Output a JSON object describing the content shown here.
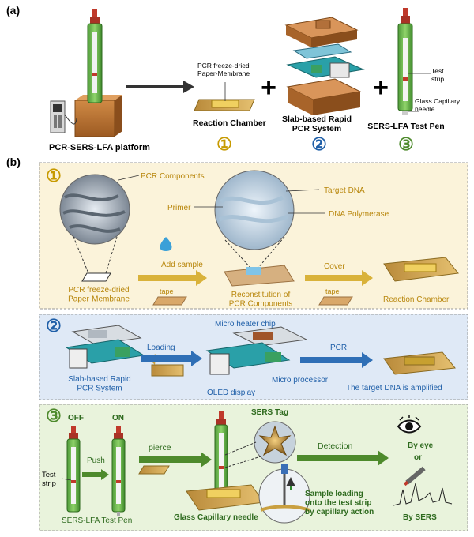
{
  "panel_a": {
    "label": "(a)",
    "platform_caption": "PCR-SERS-LFA platform",
    "paper_membrane_label": "PCR freeze-dried\nPaper-Membrane",
    "reaction_chamber_caption": "Reaction Chamber",
    "slab_caption": "Slab-based Rapid\nPCR System",
    "pen_caption": "SERS-LFA Test Pen",
    "test_strip_label": "Test\nstrip",
    "glass_needle_label": "Glass Capillary\nneedle",
    "step_numbers": [
      "①",
      "②",
      "③"
    ]
  },
  "panel_b": {
    "label": "(b)",
    "row1": {
      "number": "①",
      "pcr_components": "PCR Components",
      "primer": "Primer",
      "target_dna": "Target DNA",
      "dna_polymerase": "DNA Polymerase",
      "add_sample": "Add sample",
      "tape_1": "tape",
      "cover": "Cover",
      "tape_2": "tape",
      "paper_membrane": "PCR freeze-dried\nPaper-Membrane",
      "reconstitution": "Reconstitution of\nPCR Components",
      "reaction_chamber": "Reaction Chamber"
    },
    "row2": {
      "number": "②",
      "micro_heater": "Micro heater chip",
      "loading": "Loading",
      "pcr": "PCR",
      "slab_system": "Slab-based Rapid\nPCR System",
      "oled": "OLED display",
      "micro_processor": "Micro processor",
      "amplified": "The target DNA is amplified"
    },
    "row3": {
      "number": "③",
      "off": "OFF",
      "on": "ON",
      "push": "Push",
      "pierce": "pierce",
      "sers_tag": "SERS Tag",
      "detection": "Detection",
      "by_eye": "By eye",
      "or": "or",
      "by_sers": "By SERS",
      "test_strip": "Test\nstrip",
      "pen": "SERS-LFA Test Pen",
      "glass_needle": "Glass Capillary needle",
      "sample_loading": "Sample loading\nonto the test strip\nby capillary action"
    }
  },
  "colors": {
    "panel1_bg": "#fbf3da",
    "panel2_bg": "#dfe9f6",
    "panel3_bg": "#e9f3dc",
    "gold_text": "#c79a00",
    "blue_text": "#1f5fa8",
    "arrow_gold": "#d9b23a",
    "arrow_blue": "#2f6fb6",
    "arrow_green": "#4e8a2c"
  },
  "icons": [
    "eye-icon",
    "laser-pen-icon",
    "pipette-icon",
    "water-drop-icon",
    "sers-spectrum-icon"
  ]
}
